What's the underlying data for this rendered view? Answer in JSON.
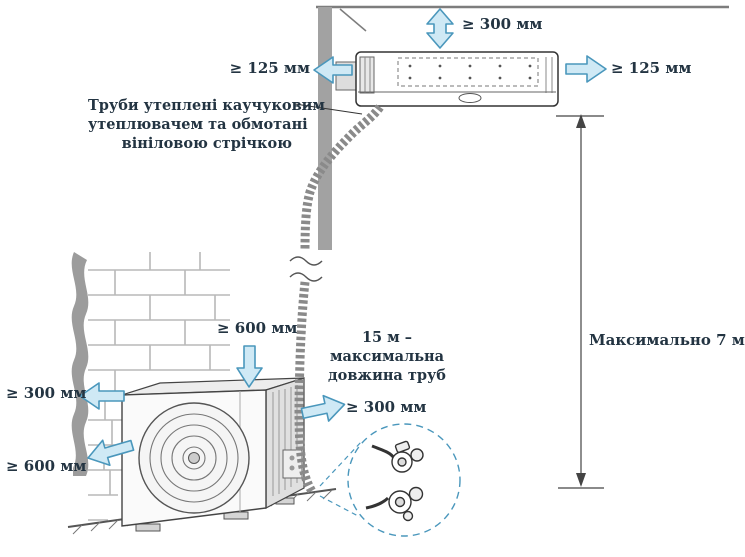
{
  "diagram": {
    "labels": {
      "indoor_top_clearance": "≥ 300 мм",
      "indoor_left_clearance": "≥ 125 мм",
      "indoor_right_clearance": "≥ 125 мм",
      "max_height": "Максимально 7 м",
      "pipe_note": {
        "line1": "Труби утеплені каучуковим",
        "line2": "утеплювачем та обмотані",
        "line3": "вініловою стрічкою"
      },
      "pipe_length": {
        "line1": "15 м – максимальна",
        "line2": "довжина труб"
      },
      "outdoor_top_clearance": "≥ 600 мм",
      "outdoor_left_clearance": "≥ 300 мм",
      "outdoor_bottom_clearance": "≥ 600 мм",
      "outdoor_right_clearance": "≥ 300 мм"
    },
    "colors": {
      "arrow_fill": "#cfe9f5",
      "arrow_stroke": "#4a97bc",
      "text": "#233442",
      "wall": "#a2a2a2",
      "line": "#4d4d4d",
      "detail_stroke": "#4a97bc"
    }
  }
}
